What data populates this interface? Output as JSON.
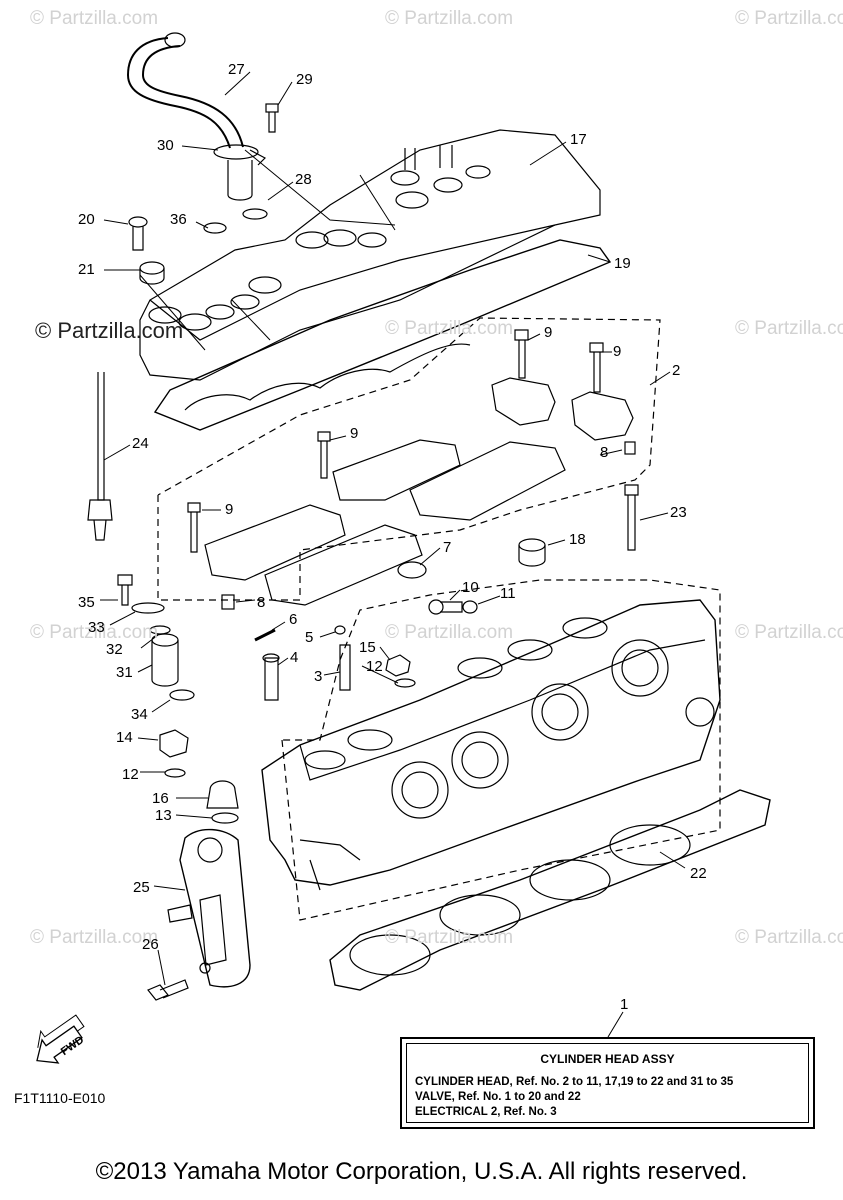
{
  "watermarks": {
    "faint_text": "© Partzilla.com",
    "prominent_text": "© Partzilla.com"
  },
  "callouts": [
    {
      "id": "27",
      "label": "27"
    },
    {
      "id": "29",
      "label": "29"
    },
    {
      "id": "30",
      "label": "30"
    },
    {
      "id": "28",
      "label": "28"
    },
    {
      "id": "17",
      "label": "17"
    },
    {
      "id": "20",
      "label": "20"
    },
    {
      "id": "36",
      "label": "36"
    },
    {
      "id": "21",
      "label": "21"
    },
    {
      "id": "19",
      "label": "19"
    },
    {
      "id": "9a",
      "label": "9"
    },
    {
      "id": "9b",
      "label": "9"
    },
    {
      "id": "2",
      "label": "2"
    },
    {
      "id": "24",
      "label": "24"
    },
    {
      "id": "9c",
      "label": "9"
    },
    {
      "id": "8a",
      "label": "8"
    },
    {
      "id": "9d",
      "label": "9"
    },
    {
      "id": "23",
      "label": "23"
    },
    {
      "id": "7",
      "label": "7"
    },
    {
      "id": "18",
      "label": "18"
    },
    {
      "id": "35",
      "label": "35"
    },
    {
      "id": "8b",
      "label": "8"
    },
    {
      "id": "10",
      "label": "10"
    },
    {
      "id": "11",
      "label": "11"
    },
    {
      "id": "33",
      "label": "33"
    },
    {
      "id": "6",
      "label": "6"
    },
    {
      "id": "5",
      "label": "5"
    },
    {
      "id": "15",
      "label": "15"
    },
    {
      "id": "32",
      "label": "32"
    },
    {
      "id": "4",
      "label": "4"
    },
    {
      "id": "12a",
      "label": "12"
    },
    {
      "id": "31",
      "label": "31"
    },
    {
      "id": "3",
      "label": "3"
    },
    {
      "id": "34",
      "label": "34"
    },
    {
      "id": "14",
      "label": "14"
    },
    {
      "id": "12b",
      "label": "12"
    },
    {
      "id": "16",
      "label": "16"
    },
    {
      "id": "13",
      "label": "13"
    },
    {
      "id": "22",
      "label": "22"
    },
    {
      "id": "25",
      "label": "25"
    },
    {
      "id": "26",
      "label": "26"
    },
    {
      "id": "1",
      "label": "1"
    }
  ],
  "reference_box": {
    "title": "CYLINDER HEAD ASSY",
    "lines": [
      "CYLINDER HEAD, Ref. No. 2 to 11, 17,19 to 22 and 31 to 35",
      "VALVE, Ref. No. 1 to 20 and 22",
      "ELECTRICAL 2, Ref. No. 3"
    ]
  },
  "fwd_label": "FWD",
  "diagram_code": "F1T1110-E010",
  "copyright": "©2013 Yamaha Motor Corporation, U.S.A. All rights reserved."
}
